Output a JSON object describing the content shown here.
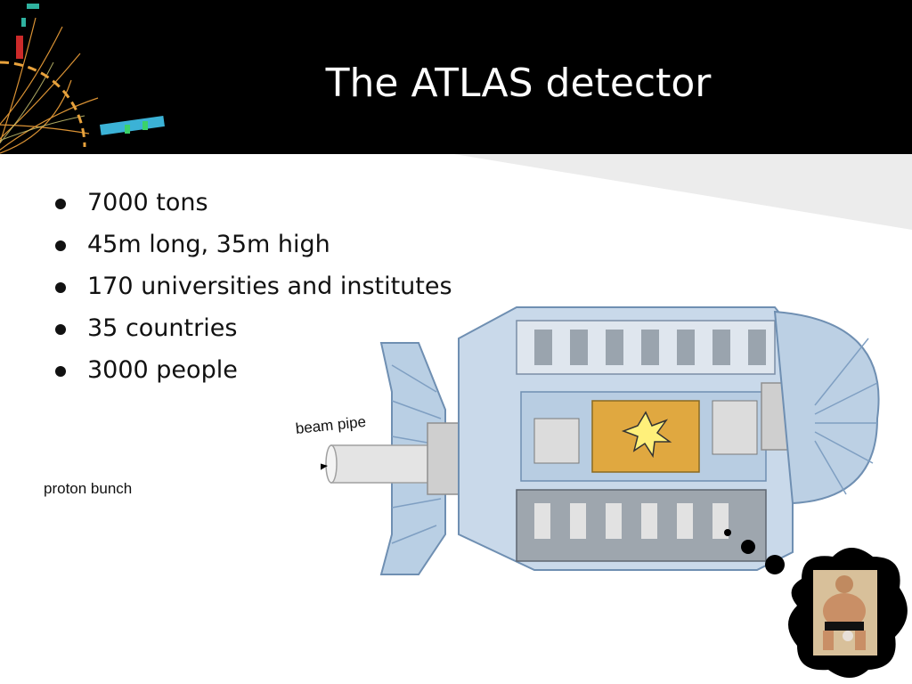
{
  "slide": {
    "title": "The ATLAS detector",
    "bullets": [
      "7000 tons",
      "45m long, 35m high",
      "170 universities and institutes",
      "35 countries",
      "3000 people"
    ]
  },
  "diagram": {
    "beam_label": "beam pipe",
    "proton_label": "proton bunch"
  },
  "colors": {
    "header_bg": "#000000",
    "title_text": "#ffffff",
    "slant_gray": "#ececec",
    "proton_fill": "#f5c84a",
    "detector_blue": "#8fb1d3",
    "core_gold": "#e0a840"
  }
}
